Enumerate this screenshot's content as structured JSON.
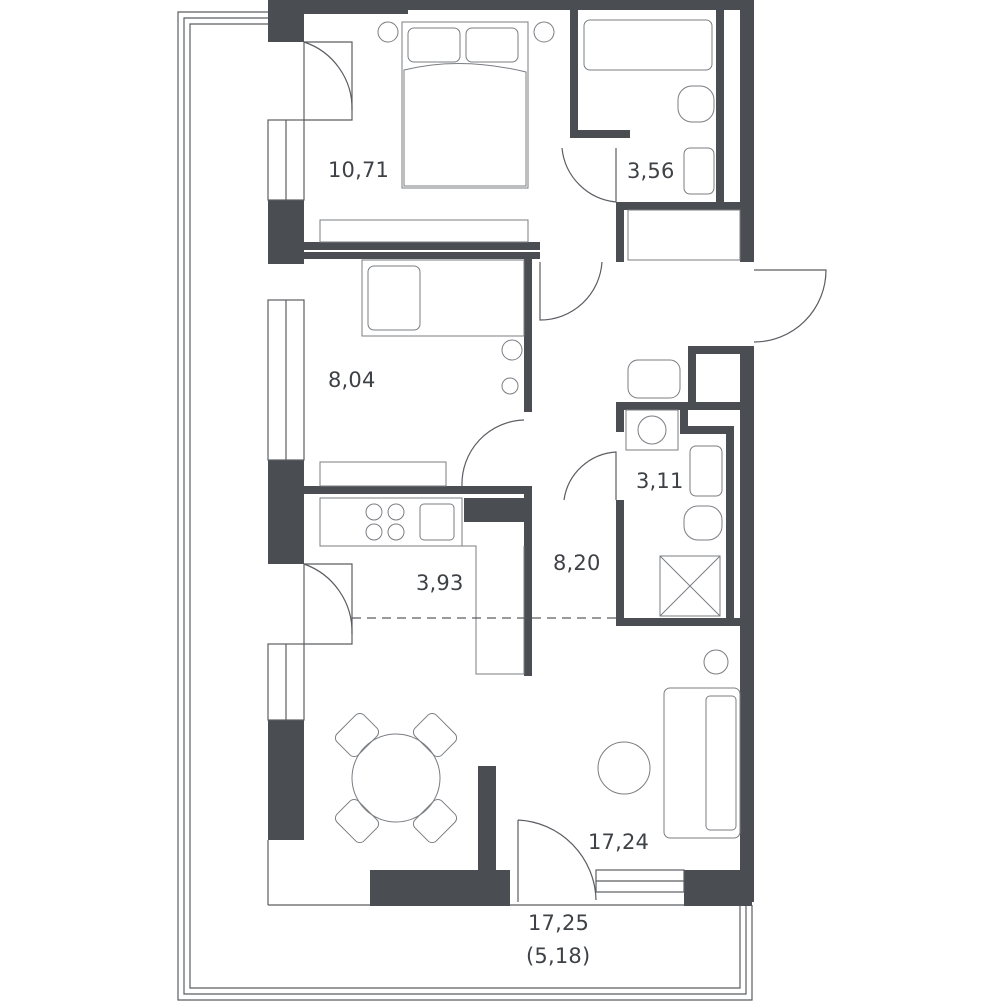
{
  "rooms": [
    {
      "id": "bedroom-1",
      "area": "10,71"
    },
    {
      "id": "bathroom-1",
      "area": "3,56"
    },
    {
      "id": "bedroom-2",
      "area": "8,04"
    },
    {
      "id": "bathroom-2",
      "area": "3,11"
    },
    {
      "id": "kitchen",
      "area": "3,93"
    },
    {
      "id": "hall",
      "area": "8,20"
    },
    {
      "id": "living-room",
      "area": "17,24"
    }
  ],
  "balcony": {
    "area": "17,25",
    "reduced_area": "(5,18)"
  },
  "colors": {
    "wall": "#4a4d52",
    "line": "#5a5d62",
    "text": "#3e4145"
  }
}
